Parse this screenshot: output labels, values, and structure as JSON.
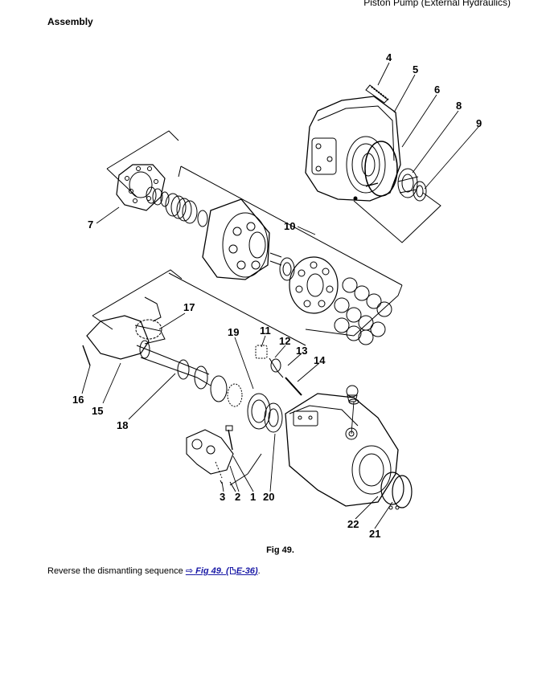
{
  "header": {
    "title": "Piston Pump (External Hydraulics)"
  },
  "section": {
    "heading": "Assembly"
  },
  "figure": {
    "callouts": {
      "c1": "1",
      "c2": "2",
      "c3": "3",
      "c4": "4",
      "c5": "5",
      "c6": "6",
      "c7": "7",
      "c8": "8",
      "c9": "9",
      "c10": "10",
      "c11": "11",
      "c12": "12",
      "c13": "13",
      "c14": "14",
      "c15": "15",
      "c16": "16",
      "c17": "17",
      "c18": "18",
      "c19": "19",
      "c20": "20",
      "c21": "21",
      "c22": "22"
    },
    "caption": "Fig 49."
  },
  "instruction": {
    "text": "Reverse the dismantling sequence",
    "arrow": "⇨",
    "link_label": "Fig 49.",
    "ref_open": "(",
    "page_ref": "E-36",
    "ref_close": ")",
    "end": "."
  },
  "icons": {
    "arrow": "arrow-right-icon",
    "page": "page-icon"
  }
}
